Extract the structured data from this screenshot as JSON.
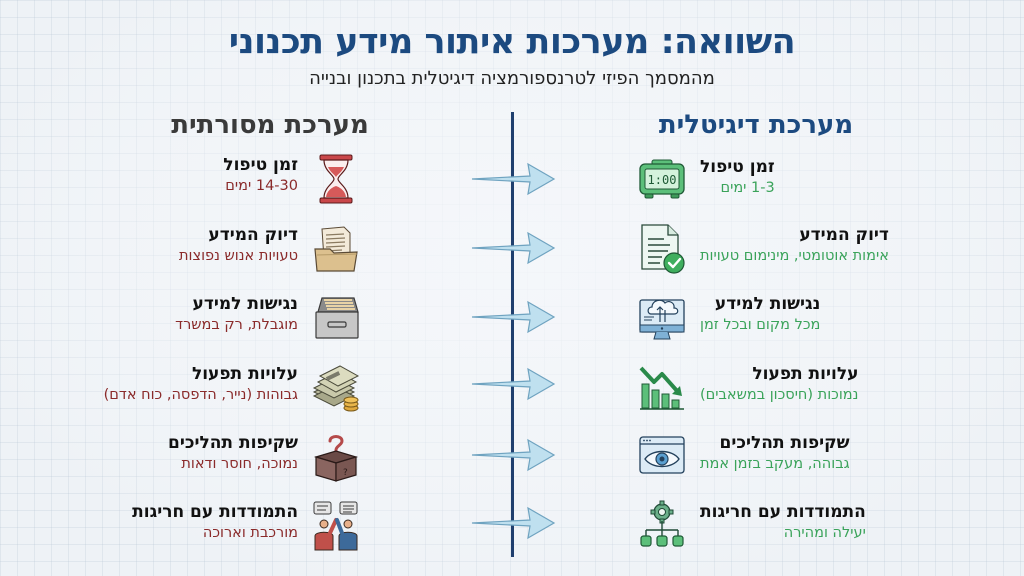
{
  "header": {
    "title": "השוואה: מערכות איתור מידע תכנוני",
    "subtitle": "מהמסמך הפיזי לטרנספורמציה דיגיטלית בתכנון ובנייה"
  },
  "columns": {
    "traditional": {
      "title": "מערכת מסורתית",
      "text_color": "#8a2a2a"
    },
    "digital": {
      "title": "מערכת דיגיטלית",
      "text_color": "#3aa35a"
    }
  },
  "colors": {
    "title": "#1c4a80",
    "divider": "#1f3f6e",
    "arrow_fill": "#bfe0ef",
    "arrow_stroke": "#6fa3c0",
    "background": "#eef2f6"
  },
  "rows": [
    {
      "traditional": {
        "name": "זמן טיפול",
        "desc": "14-30 ימים",
        "icon": "hourglass-icon"
      },
      "digital": {
        "name": "זמן טיפול",
        "desc": "1-3 ימים",
        "icon": "digital-clock-icon",
        "clock_text": "1:00"
      }
    },
    {
      "traditional": {
        "name": "דיוק המידע",
        "desc": "טעויות אנוש נפוצות",
        "icon": "paper-folder-icon"
      },
      "digital": {
        "name": "דיוק המידע",
        "desc": "אימות אוטומטי, מינימום טעויות",
        "icon": "verified-document-icon"
      }
    },
    {
      "traditional": {
        "name": "נגישות למידע",
        "desc": "מוגבלת, רק במשרד",
        "icon": "file-drawer-icon"
      },
      "digital": {
        "name": "נגישות למידע",
        "desc": "מכל מקום ובכל זמן",
        "icon": "cloud-monitor-icon"
      }
    },
    {
      "traditional": {
        "name": "עלויות תפעול",
        "desc": "גבוהות (נייר, הדפסה, כוח אדם)",
        "icon": "money-stack-icon"
      },
      "digital": {
        "name": "עלויות תפעול",
        "desc": "נמוכות (חיסכון במשאבים)",
        "icon": "declining-chart-icon"
      }
    },
    {
      "traditional": {
        "name": "שקיפות תהליכים",
        "desc": "נמוכה, חוסר ודאות",
        "icon": "mystery-box-icon"
      },
      "digital": {
        "name": "שקיפות תהליכים",
        "desc": "גבוהה, מעקב בזמן אמת",
        "icon": "eye-window-icon"
      }
    },
    {
      "traditional": {
        "name": "התמודדות עם חריגות",
        "desc": "מורכבת וארוכה",
        "icon": "people-discussion-icon"
      },
      "digital": {
        "name": "התמודדות עם חריגות",
        "desc": "יעילה ומהירה",
        "icon": "gear-hierarchy-icon"
      }
    }
  ]
}
